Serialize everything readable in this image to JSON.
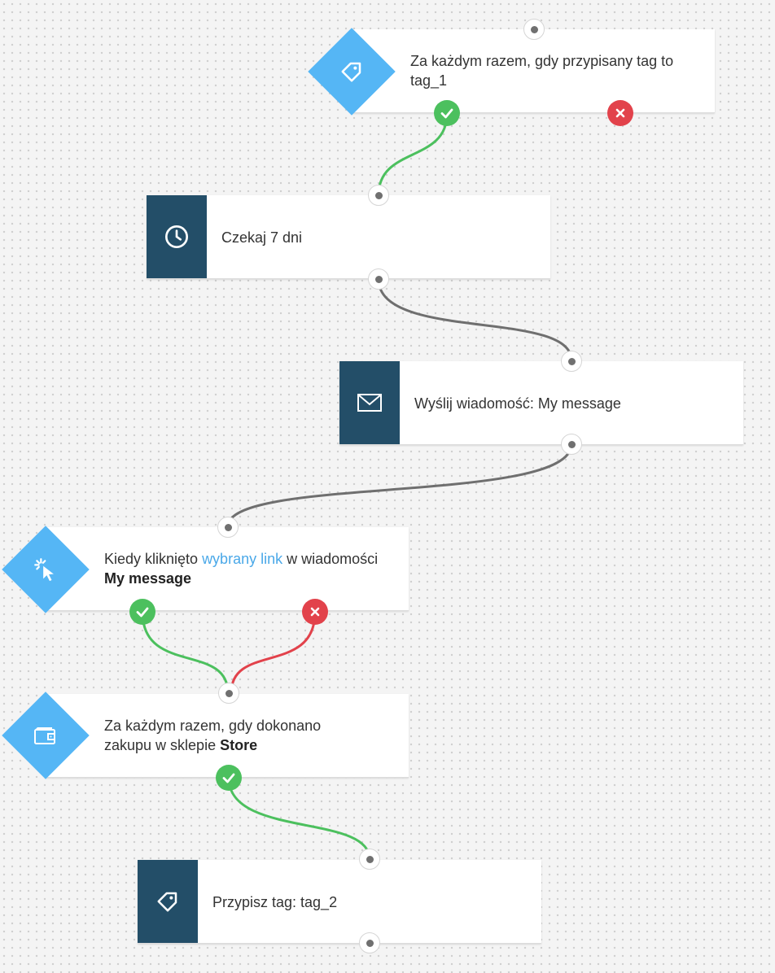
{
  "nodes": {
    "tag_trigger": {
      "text": "Za każdym razem, gdy przypisany tag to tag_1",
      "icon": "tag-icon"
    },
    "wait": {
      "text": "Czekaj 7 dni",
      "icon": "clock-icon"
    },
    "send": {
      "text": "Wyślij wiadomość: My message",
      "icon": "envelope-icon"
    },
    "click": {
      "text_pre": "Kiedy kliknięto ",
      "link": "wybrany link",
      "text_mid": " w wiadomości ",
      "bold": "My message",
      "icon": "cursor-click-icon"
    },
    "purchase": {
      "text_pre": "Za każdym razem, gdy dokonano zakupu w sklepie ",
      "bold": "Store",
      "icon": "wallet-icon"
    },
    "assign": {
      "text": "Przypisz tag: tag_2",
      "icon": "tag-icon"
    }
  },
  "colors": {
    "condition": "#55b6f5",
    "action": "#234e68",
    "yes": "#4cc05e",
    "no": "#e2424b",
    "link": "#4aa8e8",
    "connector": "#6f6f6f"
  }
}
